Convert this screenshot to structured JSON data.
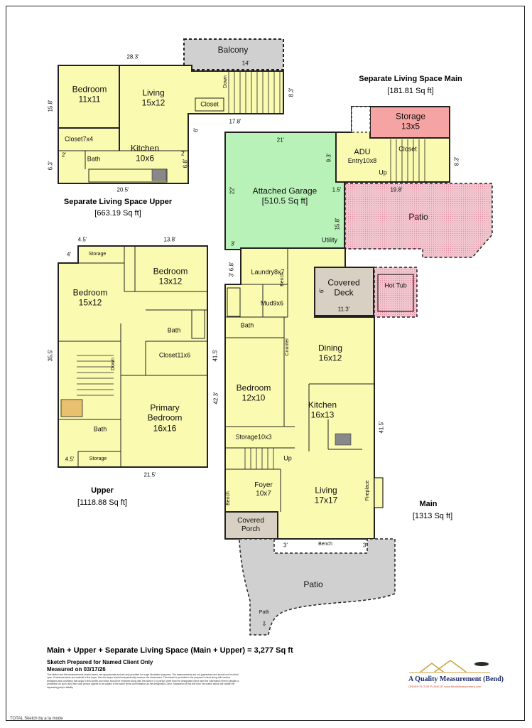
{
  "colors": {
    "room": "#fafab0",
    "garage": "#b9f2b9",
    "storage_red": "#f5a3a3",
    "patio": "#d0d0d0",
    "patio_pink": "#f2c6cf",
    "deck": "#d8d0c2",
    "wall": "#222222"
  },
  "sections": {
    "sep_upper": {
      "title": "Separate Living Space Upper",
      "area": "[663.19 Sq ft]"
    },
    "sep_main": {
      "title": "Separate Living Space Main",
      "area": "[181.81 Sq ft]"
    },
    "upper": {
      "title": "Upper",
      "area": "[1118.88 Sq ft]"
    },
    "main": {
      "title": "Main",
      "area": "[1313 Sq ft]"
    }
  },
  "rooms": {
    "balcony": "Balcony",
    "su_bedroom": "Bedroom",
    "su_bedroom_dim": "11x11",
    "su_living": "Living",
    "su_living_dim": "15x12",
    "su_closet_left": "Closet",
    "su_closet_left_dim": "7x4",
    "su_closet_right": "Closet",
    "su_bath": "Bath",
    "su_kitchen": "Kitchen",
    "su_kitchen_dim": "10x6",
    "su_down": "Down",
    "sm_storage": "Storage",
    "sm_storage_dim": "13x5",
    "sm_adu": "ADU",
    "sm_adu_entry": "Entry",
    "sm_adu_dim": "10x8",
    "sm_closet": "Closet",
    "sm_up": "Up",
    "garage": "Attached Garage",
    "garage_area": "[510.5 Sq ft]",
    "utility": "Utility",
    "patio_right": "Patio",
    "laundry": "Laundry",
    "laundry_dim": "8x7",
    "bench_small": "Bench",
    "covered_deck": "Covered",
    "covered_deck2": "Deck",
    "hot_tub": "Hot Tub",
    "mud": "Mud",
    "mud_dim": "9x6",
    "m_bath": "Bath",
    "dining": "Dining",
    "dining_dim": "16x12",
    "counter": "Counter",
    "m_bedroom": "Bedroom",
    "m_bedroom_dim": "12x10",
    "m_kitchen": "Kitchen",
    "m_kitchen_dim": "16x13",
    "m_storage": "Storage",
    "m_storage_dim": "10x3",
    "m_up": "Up",
    "foyer": "Foyer",
    "foyer_dim": "10x7",
    "m_living": "Living",
    "m_living_dim": "17x17",
    "fireplace": "Fireplace",
    "bench_foyer": "Bench",
    "covered_porch": "Covered",
    "covered_porch2": "Porch",
    "bench_bottom": "Bench",
    "patio_bottom": "Patio",
    "path": "Path",
    "u_storage_top": "Storage",
    "u_bedroom_tr": "Bedroom",
    "u_bedroom_tr_dim": "13x12",
    "u_bedroom_l": "Bedroom",
    "u_bedroom_l_dim": "15x12",
    "u_bath_top": "Bath",
    "u_closet": "Closet",
    "u_closet_dim": "11x6",
    "u_down": "Down",
    "u_primary": "Primary",
    "u_primary2": "Bedroom",
    "u_primary_dim": "16x16",
    "u_bath_bottom": "Bath",
    "u_storage_bottom": "Storage"
  },
  "dims": {
    "d_28_3": "28.3'",
    "d_14": "14'",
    "d_15_8": "15.8'",
    "d_8_3a": "8.3'",
    "d_17_8": "17.8'",
    "d_6a": "6'",
    "d_2a": "2'",
    "d_6_3": "6.3'",
    "d_2b": "2'",
    "d_6_8a": "6.8'",
    "d_20_5": "20.5'",
    "d_21": "21'",
    "d_9_3": "9.3'",
    "d_8_3b": "8.3'",
    "d_1_5": "1.5'",
    "d_19_8": "19.8'",
    "d_22": "22'",
    "d_15_8b": "15.8'",
    "d_3a": "3'",
    "d_3_6_8": "3' 6.8'",
    "d_6b": "6'",
    "d_11_3": "11.3'",
    "d_41_5a": "41.5'",
    "d_42_3": "42.3'",
    "d_41_5b": "41.5'",
    "d_3b": "3'",
    "d_3c": "3'",
    "d_4_5a": "4.5'",
    "d_13_8": "13.8'",
    "d_4": "4'",
    "d_35_5": "35.5'",
    "d_4_5b": "4.5'",
    "d_21_5": "21.5'"
  },
  "footer": {
    "total": "Main + Upper + Separate Living Space (Main + Upper) = 3,277 Sq ft",
    "prepared": "Sketch Prepared for Named Client Only",
    "measured": "Measured on 03/17/26",
    "fineprint": "This sketch and the measurements shown herein, are approximate and are only provided for rough illustration purposes. The measurements are not guaranteed and should not be relied upon. If measurements are material to the buyer, then the buyer should independently measure the dimensions. This sketch is provided to the preparer's client along with various limitations and conditions that apply to this sketch and which should be reviewed along with this sketch. If a person other than the designated client uses the information herein (despite a prohibition on such use) then such person agrees to be subject to the same terms and limitation as the designated Client. Separation of this text from the sketch above will violate the separating party's liability.",
    "credit": "TOTAL Sketch by a la mode",
    "logo": "A Quality Measurement (Bend)",
    "logo_sub": "ORDER FLOOR PLANS AT www.BendMeasurement.com"
  }
}
